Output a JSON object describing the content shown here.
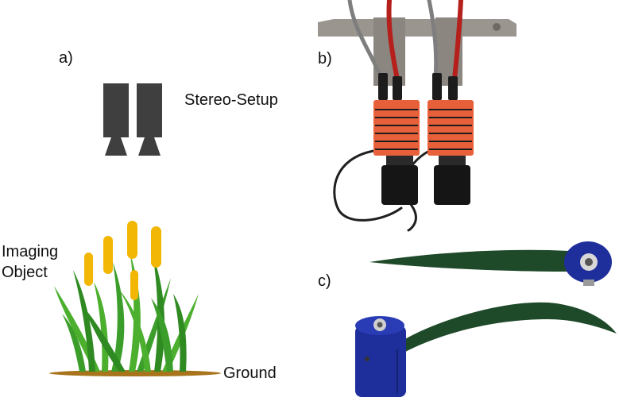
{
  "panel_labels": {
    "a": "a)",
    "b": "b)",
    "c": "c)"
  },
  "schematic": {
    "stereo_setup_label": "Stereo-Setup",
    "imaging_object_label_line1": "Imaging",
    "imaging_object_label_line2": "Object",
    "ground_label": "Ground"
  },
  "colors": {
    "camera_body": "#3f3f3f",
    "leaf_green": "#4caf2e",
    "leaf_dark": "#2f8a22",
    "ear_yellow": "#f2b705",
    "ground_brown": "#a8741c",
    "camera_housing_orange": "#e8603a",
    "lens_black": "#151515",
    "mount_gray": "#9a958f",
    "cable_red": "#b5201d",
    "artificial_leaf_green": "#1f4a2a",
    "holder_blue": "#1e2e9a"
  }
}
